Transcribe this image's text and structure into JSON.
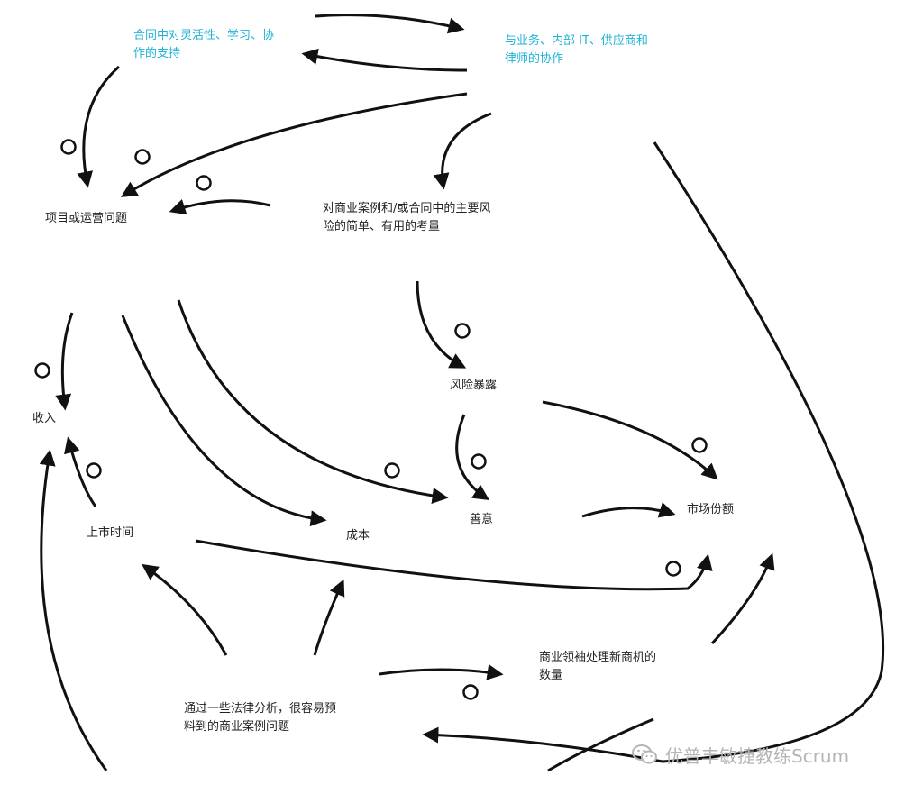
{
  "colors": {
    "arrow": "#111111",
    "accent": "#1fb3d6",
    "text": "#222222",
    "watermark": "#b5b5b5"
  },
  "nodes": {
    "contract_support": [
      "合同中对灵活性、学习、协",
      "作的支持"
    ],
    "collaboration": [
      "与业务、内部 IT、供应商和",
      "律师的协作"
    ],
    "project_issues": [
      "项目或运营问题"
    ],
    "risk_consideration": [
      "对商业案例和/或合同中的主要风",
      "险的简单、有用的考量"
    ],
    "risk_exposure": [
      "风险暴露"
    ],
    "revenue": [
      "收入"
    ],
    "goodwill": [
      "善意"
    ],
    "market_share": [
      "市场份额"
    ],
    "time_to_market": [
      "上市时间"
    ],
    "cost": [
      "成本"
    ],
    "leaders_count": [
      "商业领袖处理新商机的",
      "数量"
    ],
    "legal_analysis": [
      "通过一些法律分析，很容易预",
      "料到的商业案例问题"
    ]
  },
  "edge_marker": "o",
  "watermark": {
    "icon": "wechat-icon",
    "text": "优普丰敏捷教练Scrum"
  }
}
